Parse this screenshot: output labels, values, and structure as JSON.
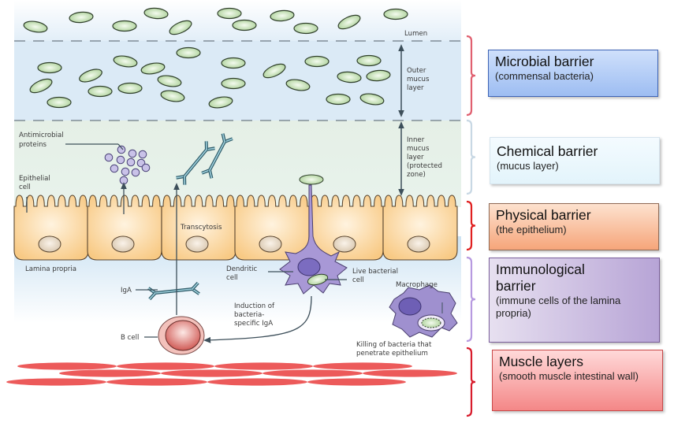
{
  "diagram": {
    "title": "Intestinal barrier layers",
    "zone_labels": {
      "lumen": "Lumen",
      "outer_mucus": [
        "Outer",
        "mucus",
        "layer"
      ],
      "inner_mucus": [
        "Inner",
        "mucus",
        "layer",
        "(protected",
        "zone)"
      ]
    },
    "annotations": {
      "antimicrobial": [
        "Antimicrobial",
        "proteins"
      ],
      "epithelial": [
        "Epithelial",
        "cell"
      ],
      "transcytosis": "Transcytosis",
      "lamina_propria": "Lamina propria",
      "dendritic": [
        "Dendritic",
        "cell"
      ],
      "live_bacterial": [
        "Live bacterial",
        "cell"
      ],
      "macrophage": "Macrophage",
      "iga": "IgA",
      "induction": [
        "Induction of",
        "bacteria-",
        "specific IgA"
      ],
      "b_cell": "B cell",
      "killing": [
        "Killing of bacteria that",
        "penetrate epithelium"
      ]
    },
    "colors": {
      "bacteria_fill": "#cfe6c3",
      "bacteria_stroke": "#2f3f2a",
      "epithelium": "#fbd28f",
      "dendritic": "#9f90cf",
      "muscle": "#ec5a5a",
      "mucus_outer": "#dbeaf6",
      "mucus_inner": "#e5f0ea"
    }
  },
  "barriers": [
    {
      "title": "Microbial barrier",
      "subtitle": "(commensal bacteria)",
      "bracket_color": "#e06070"
    },
    {
      "title": "Chemical barrier",
      "subtitle": "(mucus layer)",
      "bracket_color": "#c8d8e4"
    },
    {
      "title": "Physical barrier",
      "subtitle": "(the epithelium)",
      "bracket_color": "#e02020"
    },
    {
      "title": "Immunological barrier",
      "subtitle": "(immune cells of the lamina propria)",
      "bracket_color": "#b79ae0"
    },
    {
      "title": "Muscle layers",
      "subtitle": "(smooth muscle intestinal wall)",
      "bracket_color": "#d81c2c"
    }
  ]
}
